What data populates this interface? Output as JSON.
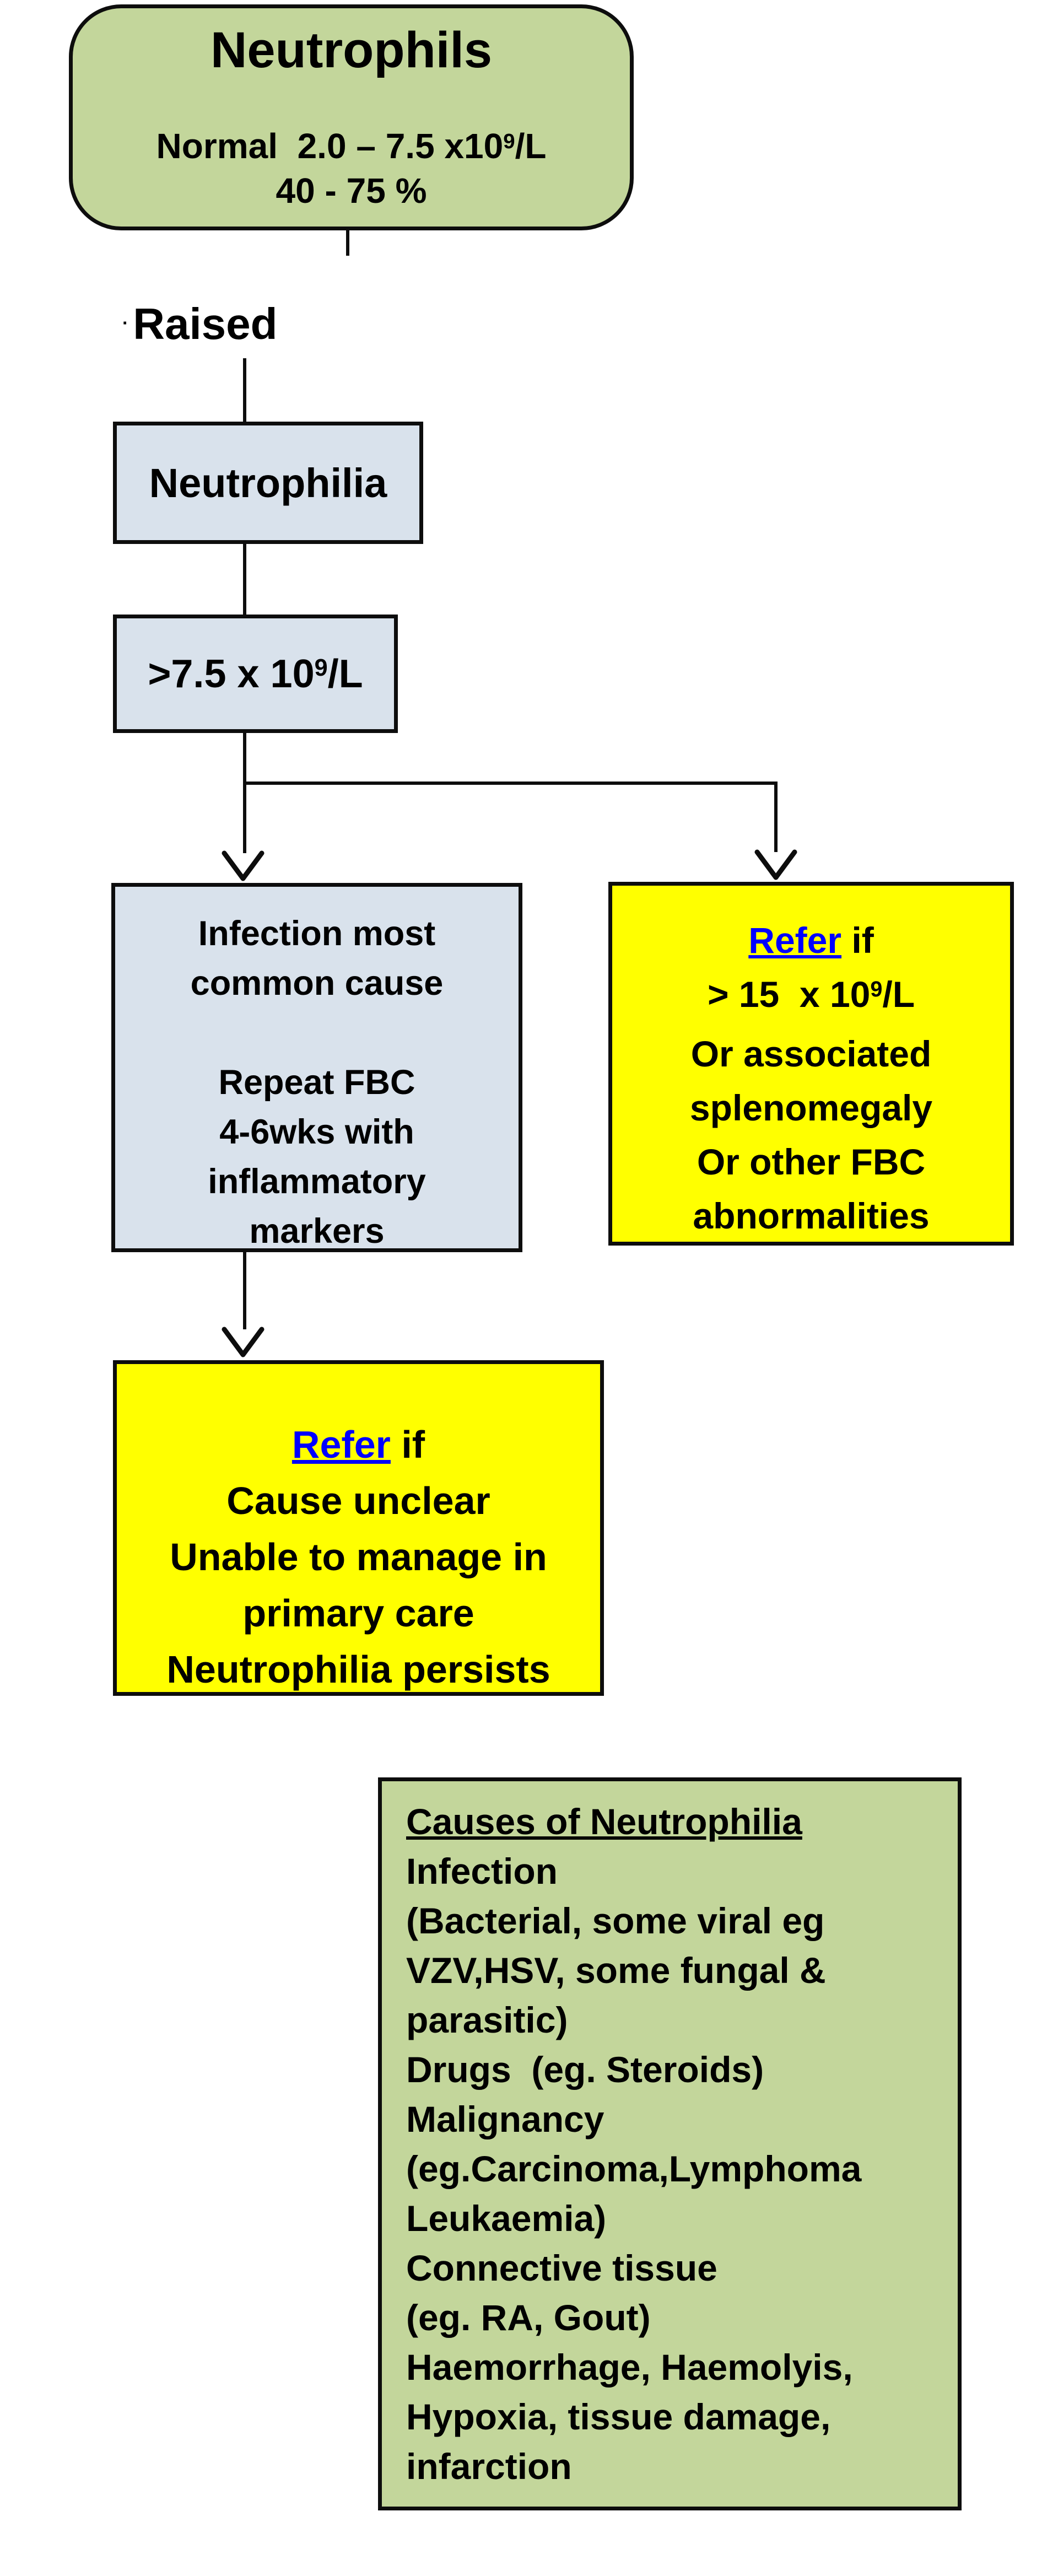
{
  "colors": {
    "node_green": "#c3d69b",
    "node_blue": "#d9e2ec",
    "node_yellow": "#ffff00",
    "link_blue": "#0000ff",
    "line_black": "#0d0d0d"
  },
  "title_box": {
    "title": "Neutrophils",
    "normal": {
      "pre": "Normal  2.0 – 7.5 x10",
      "sup": "9",
      "post": "/L"
    },
    "percent": "40 - 75 %"
  },
  "raised": {
    "bullet": "·",
    "label": "Raised"
  },
  "neutrophilia": {
    "label": "Neutrophilia"
  },
  "threshold": {
    "pre": ">7.5 x 10",
    "sup": "9",
    "post": "/L"
  },
  "infection_box": {
    "para1": [
      "Infection most",
      "common cause"
    ],
    "para2": [
      "Repeat FBC",
      "4-6wks with",
      "inflammatory",
      "markers"
    ]
  },
  "refer_high": {
    "link": "Refer",
    "rest": " if",
    "value": {
      "pre": "> 15  x 10",
      "sup": "9",
      "post": "/L"
    },
    "lines": [
      "Or associated",
      "splenomegaly",
      "Or other FBC",
      "abnormalities"
    ]
  },
  "refer_persist": {
    "link": "Refer",
    "rest": " if",
    "lines": [
      "Cause unclear",
      "Unable to manage in",
      "primary care",
      "Neutrophilia persists"
    ]
  },
  "causes": {
    "heading": "Causes of Neutrophilia",
    "lines": [
      "Infection",
      "(Bacterial, some viral eg",
      "VZV,HSV, some fungal &",
      "parasitic)",
      "Drugs  (eg. Steroids)",
      "Malignancy",
      "(eg.Carcinoma,Lymphoma",
      "Leukaemia)",
      "Connective tissue",
      "(eg. RA, Gout)",
      "Haemorrhage, Haemolyis,",
      "Hypoxia, tissue damage,",
      "infarction"
    ]
  }
}
